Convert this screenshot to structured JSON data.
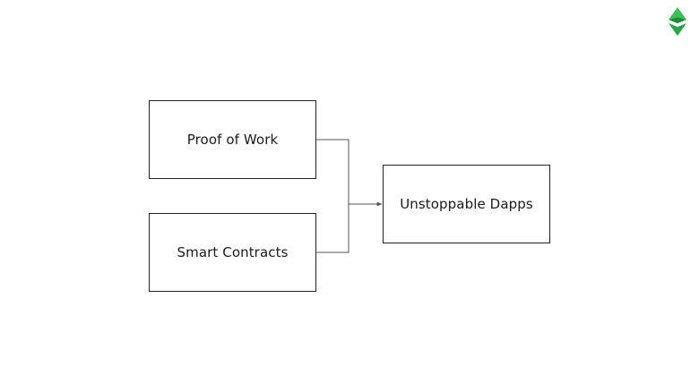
{
  "diagram": {
    "nodes": [
      {
        "id": "proof_of_work",
        "label": "Proof of Work"
      },
      {
        "id": "smart_contracts",
        "label": "Smart Contracts"
      },
      {
        "id": "unstoppable_dapps",
        "label": "Unstoppable Dapps"
      }
    ],
    "edges": [
      {
        "from": "proof_of_work",
        "to": "unstoppable_dapps"
      },
      {
        "from": "smart_contracts",
        "to": "unstoppable_dapps"
      }
    ]
  },
  "colors": {
    "background": "#ffffff",
    "box_border": "#222222",
    "connector": "#555555",
    "logo_green_dark": "#1f8a3a",
    "logo_green_light": "#3cbf5a"
  },
  "logo": {
    "icon": "ethereum-classic-logo-icon"
  }
}
